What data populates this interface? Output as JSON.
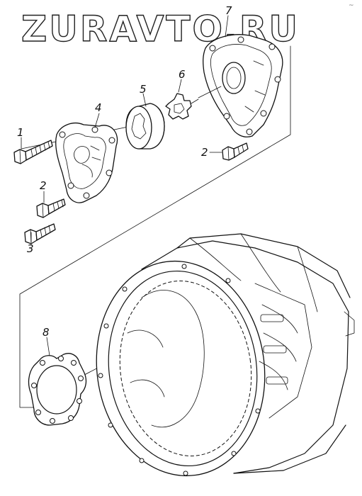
{
  "watermark": {
    "text": "ZURAVTO.RU",
    "corner_mark": "~"
  },
  "callouts": {
    "c1": "1",
    "c2a": "2",
    "c2b": "2",
    "c3": "3",
    "c4": "4",
    "c5": "5",
    "c6": "6",
    "c7": "7",
    "c8": "8"
  },
  "colors": {
    "line": "#111111",
    "background": "#ffffff",
    "watermark_outline": "#222222"
  }
}
